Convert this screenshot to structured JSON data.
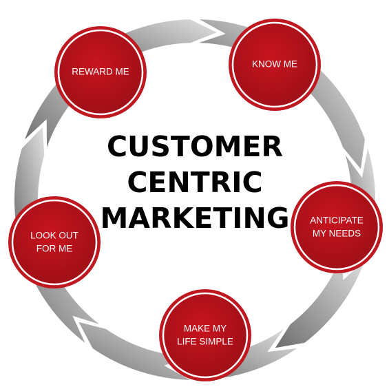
{
  "center_title": {
    "line1": "CUSTOMER",
    "line2": "CENTRIC",
    "line3": "MARKETING"
  },
  "nodes": [
    {
      "line1": "KNOW ME",
      "line2": ""
    },
    {
      "line1": "ANTICIPATE",
      "line2": "MY NEEDS"
    },
    {
      "line1": "MAKE MY",
      "line2": "LIFE SIMPLE"
    },
    {
      "line1": "LOOK OUT",
      "line2": "FOR ME"
    },
    {
      "line1": "REWARD ME",
      "line2": ""
    }
  ],
  "colors": {
    "node_fill": "#b3121b",
    "node_ring": "#ffffff",
    "node_outline": "#c01820",
    "arrow_dark": "#7a7a7a",
    "arrow_light": "#d9d9d9",
    "title": "#000000"
  }
}
